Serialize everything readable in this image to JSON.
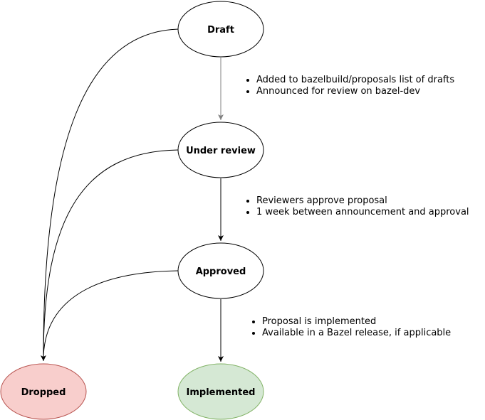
{
  "nodes": {
    "draft": {
      "label": "Draft",
      "fill": "#ffffff",
      "stroke": "#000000"
    },
    "under_review": {
      "label": "Under review",
      "fill": "#ffffff",
      "stroke": "#000000"
    },
    "approved": {
      "label": "Approved",
      "fill": "#ffffff",
      "stroke": "#000000"
    },
    "dropped": {
      "label": "Dropped",
      "fill": "#f8cecc",
      "stroke": "#b85450"
    },
    "implemented": {
      "label": "Implemented",
      "fill": "#d5e8d4",
      "stroke": "#82b366"
    }
  },
  "edges": {
    "draft_to_review": {
      "color": "#808080"
    },
    "review_to_approved": {
      "color": "#000000"
    },
    "approved_to_implemented": {
      "color": "#000000"
    }
  },
  "notes": {
    "draft_to_review": [
      "Added to bazelbuild/proposals list of drafts",
      "Announced for review on bazel-dev"
    ],
    "review_to_approved": [
      "Reviewers approve proposal",
      "1 week between announcement and approval"
    ],
    "approved_to_implemented": [
      "Proposal is implemented",
      "Available in a Bazel release, if applicable"
    ]
  }
}
